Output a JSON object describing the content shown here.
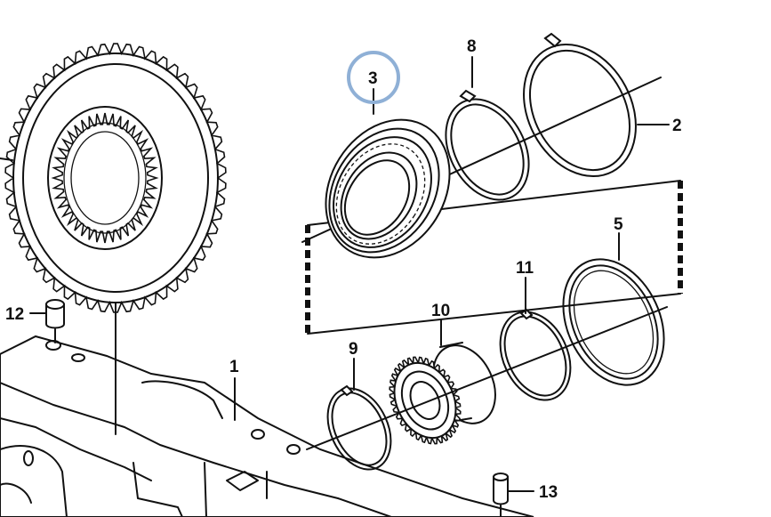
{
  "diagram": {
    "callouts": [
      {
        "id": "1",
        "text": "1"
      },
      {
        "id": "2",
        "text": "2"
      },
      {
        "id": "3",
        "text": "3"
      },
      {
        "id": "5",
        "text": "5"
      },
      {
        "id": "8",
        "text": "8"
      },
      {
        "id": "9",
        "text": "9"
      },
      {
        "id": "10",
        "text": "10"
      },
      {
        "id": "11",
        "text": "11"
      },
      {
        "id": "12",
        "text": "12"
      },
      {
        "id": "13",
        "text": "13"
      }
    ],
    "highlight": {
      "callout": "3",
      "color": "#8fb0d6"
    },
    "line_color": "#111111"
  }
}
